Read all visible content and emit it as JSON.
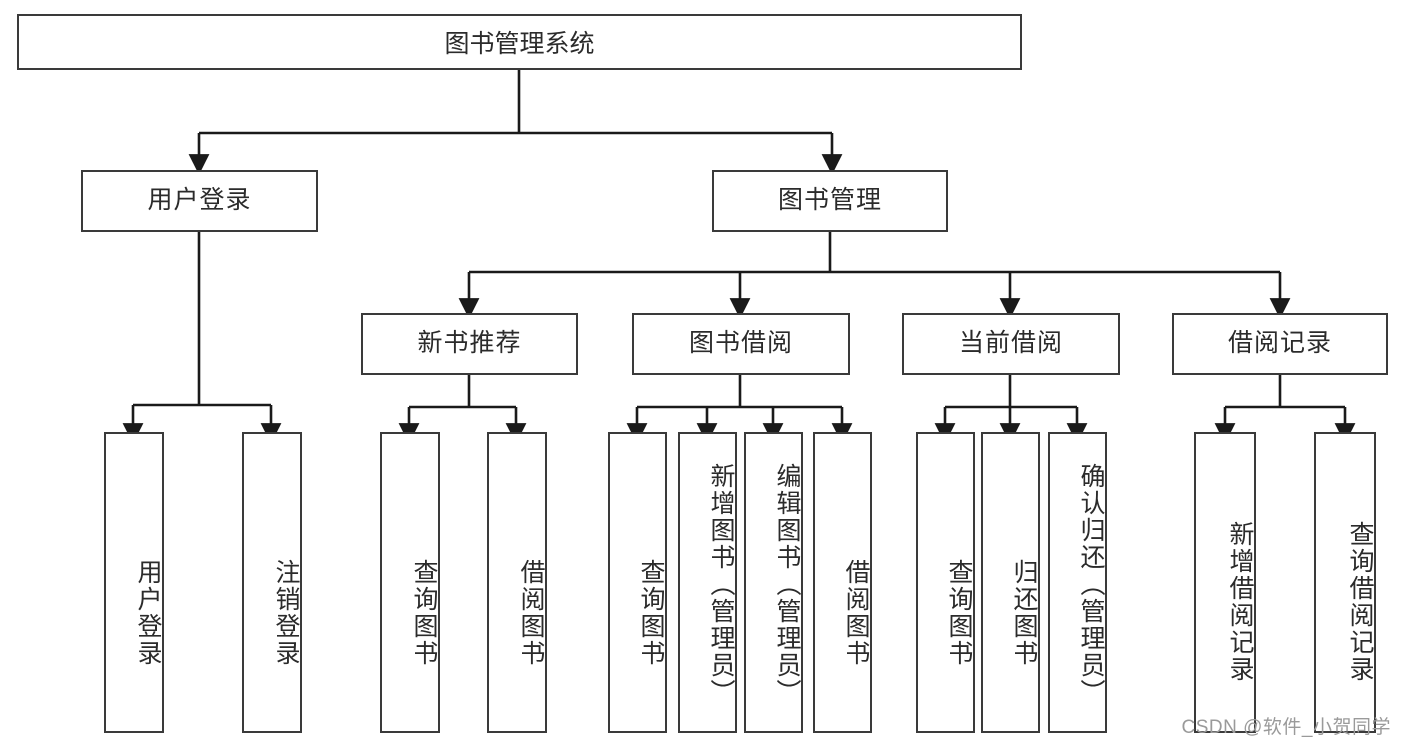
{
  "diagram": {
    "type": "tree",
    "title": "图书管理系统",
    "colors": {
      "background": "#ffffff",
      "box_border": "#3a3a3a",
      "box_fill": "#ffffff",
      "text": "#2b2b2b",
      "edge": "#1a1a1a",
      "watermark": "#9a9a9a"
    },
    "root": {
      "label": "图书管理系统"
    },
    "level2": [
      {
        "label": "用户登录"
      },
      {
        "label": "图书管理"
      }
    ],
    "level3": [
      {
        "label": "新书推荐"
      },
      {
        "label": "图书借阅"
      },
      {
        "label": "当前借阅"
      },
      {
        "label": "借阅记录"
      }
    ],
    "leaves": {
      "user_login": [
        {
          "label": "用户登录"
        },
        {
          "label": "注销登录"
        }
      ],
      "new_book_recommend": [
        {
          "label": "查询图书"
        },
        {
          "label": "借阅图书"
        }
      ],
      "book_borrow": [
        {
          "label": "查询图书"
        },
        {
          "label": "新增图书（管理员）"
        },
        {
          "label": "编辑图书（管理员）"
        },
        {
          "label": "借阅图书"
        }
      ],
      "current_borrow": [
        {
          "label": "查询图书"
        },
        {
          "label": "归还图书"
        },
        {
          "label": "确认归还（管理员）"
        }
      ],
      "borrow_record": [
        {
          "label": "新增借阅记录"
        },
        {
          "label": "查询借阅记录"
        }
      ]
    }
  },
  "watermark": {
    "text": "CSDN @软件_小贺同学"
  }
}
